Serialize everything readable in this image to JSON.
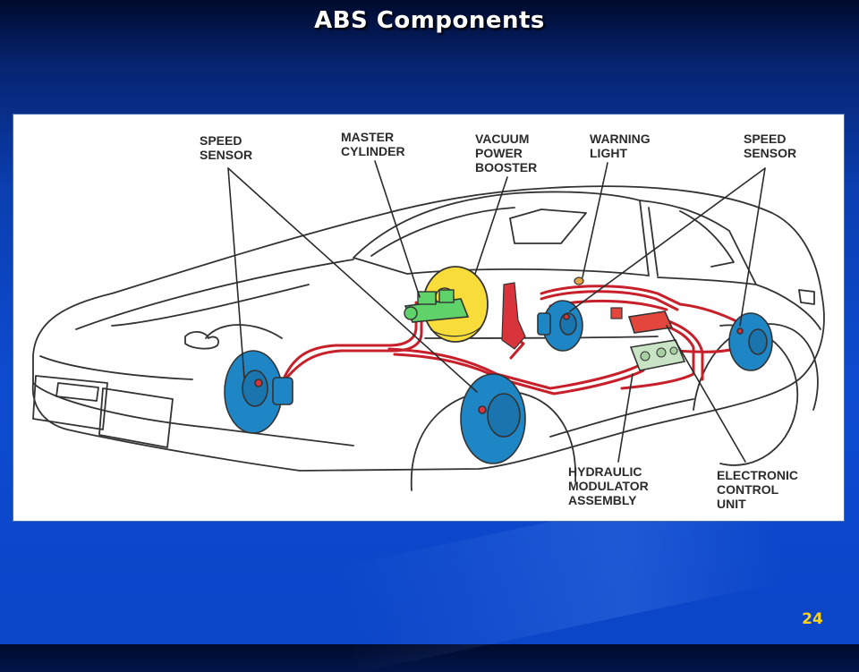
{
  "slide": {
    "title": "ABS Components",
    "page_number": "24"
  },
  "diagram": {
    "labels": {
      "speed_sensor_left": [
        "SPEED",
        "SENSOR"
      ],
      "master_cylinder": [
        "MASTER",
        "CYLINDER"
      ],
      "vacuum_power_booster": [
        "VACUUM",
        "POWER",
        "BOOSTER"
      ],
      "warning_light": [
        "WARNING",
        "LIGHT"
      ],
      "speed_sensor_right": [
        "SPEED",
        "SENSOR"
      ],
      "hydraulic_modulator_assembly": [
        "HYDRAULIC",
        "MODULATOR",
        "ASSEMBLY"
      ],
      "electronic_control_unit": [
        "ELECTRONIC",
        "CONTROL",
        "UNIT"
      ]
    },
    "colors": {
      "brake_rotor": "#1f86c6",
      "booster": "#f7dc3a",
      "master_cylinder": "#5fd36a",
      "brake_lines": "#c8202a",
      "control_unit": "#e2463c",
      "modulator": "#c9e3c5",
      "outline": "#333333"
    }
  }
}
